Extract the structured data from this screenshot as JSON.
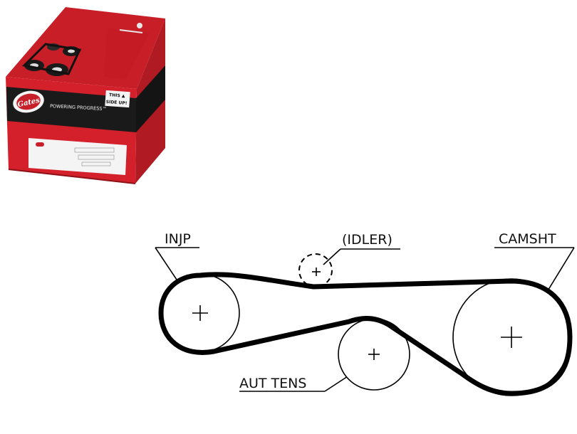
{
  "box": {
    "brand": "Gates",
    "tagline": "POWERING PROGRESS™",
    "orientation_line1": "THIS ▲",
    "orientation_line2": "SIDE UP!",
    "colors": {
      "red": "#d4202b",
      "dark_red": "#a3151c",
      "black": "#1a1a1a",
      "white": "#f4f4f4"
    }
  },
  "diagram": {
    "labels": {
      "injp": "INJP",
      "idler": "(IDLER)",
      "camsht": "CAMSHT",
      "aut_tens": "AUT TENS"
    },
    "center_marker": "+"
  }
}
